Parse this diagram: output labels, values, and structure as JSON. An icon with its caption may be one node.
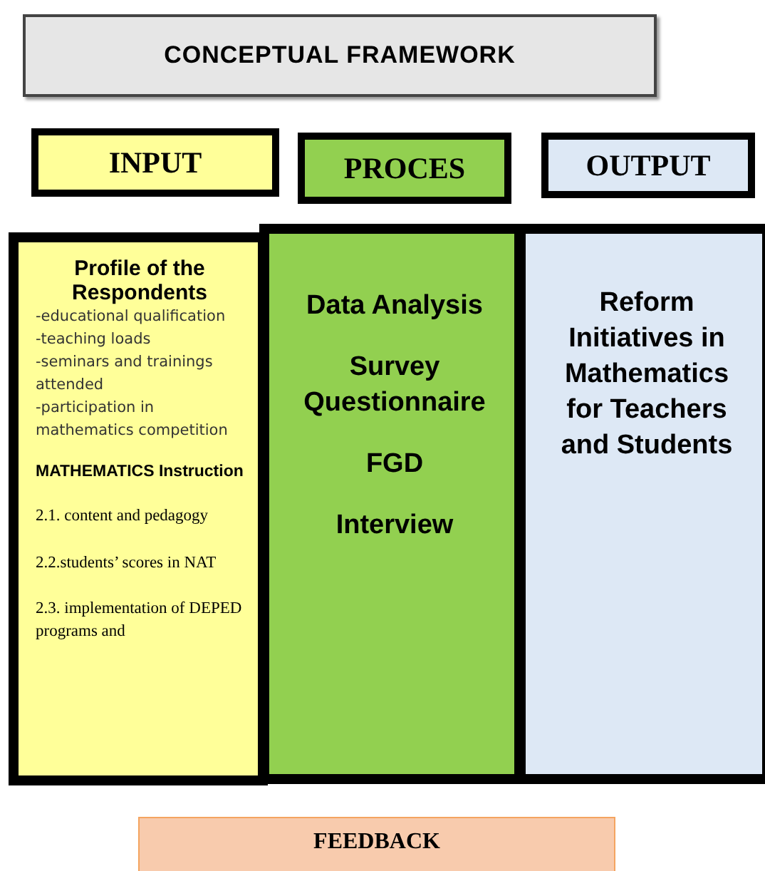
{
  "diagram": {
    "title": "CONCEPTUAL FRAMEWORK",
    "nodes": [
      {
        "text": [
          "INPUT"
        ]
      },
      {
        "text": [
          "PROCES"
        ]
      },
      {
        "text": [
          "OUTPUT"
        ]
      },
      {
        "text": [
          "Profile of the Respondents",
          "-educational qualification",
          "-teaching loads",
          "-seminars and trainings attended",
          "-participation in mathematics competition",
          "MATHEMATICS Instruction",
          "2.1. content and pedagogy",
          "2.2.students’ scores in NAT",
          "2.3. implementation of DEPED programs and"
        ]
      },
      {
        "text": [
          "Data Analysis",
          "Survey Questionnaire",
          "FGD",
          "Interview"
        ]
      },
      {
        "text": [
          "Reform Initiatives in Mathematics for Teachers and Students"
        ]
      },
      {
        "text": [
          "FEEDBACK"
        ]
      }
    ],
    "edges": []
  }
}
